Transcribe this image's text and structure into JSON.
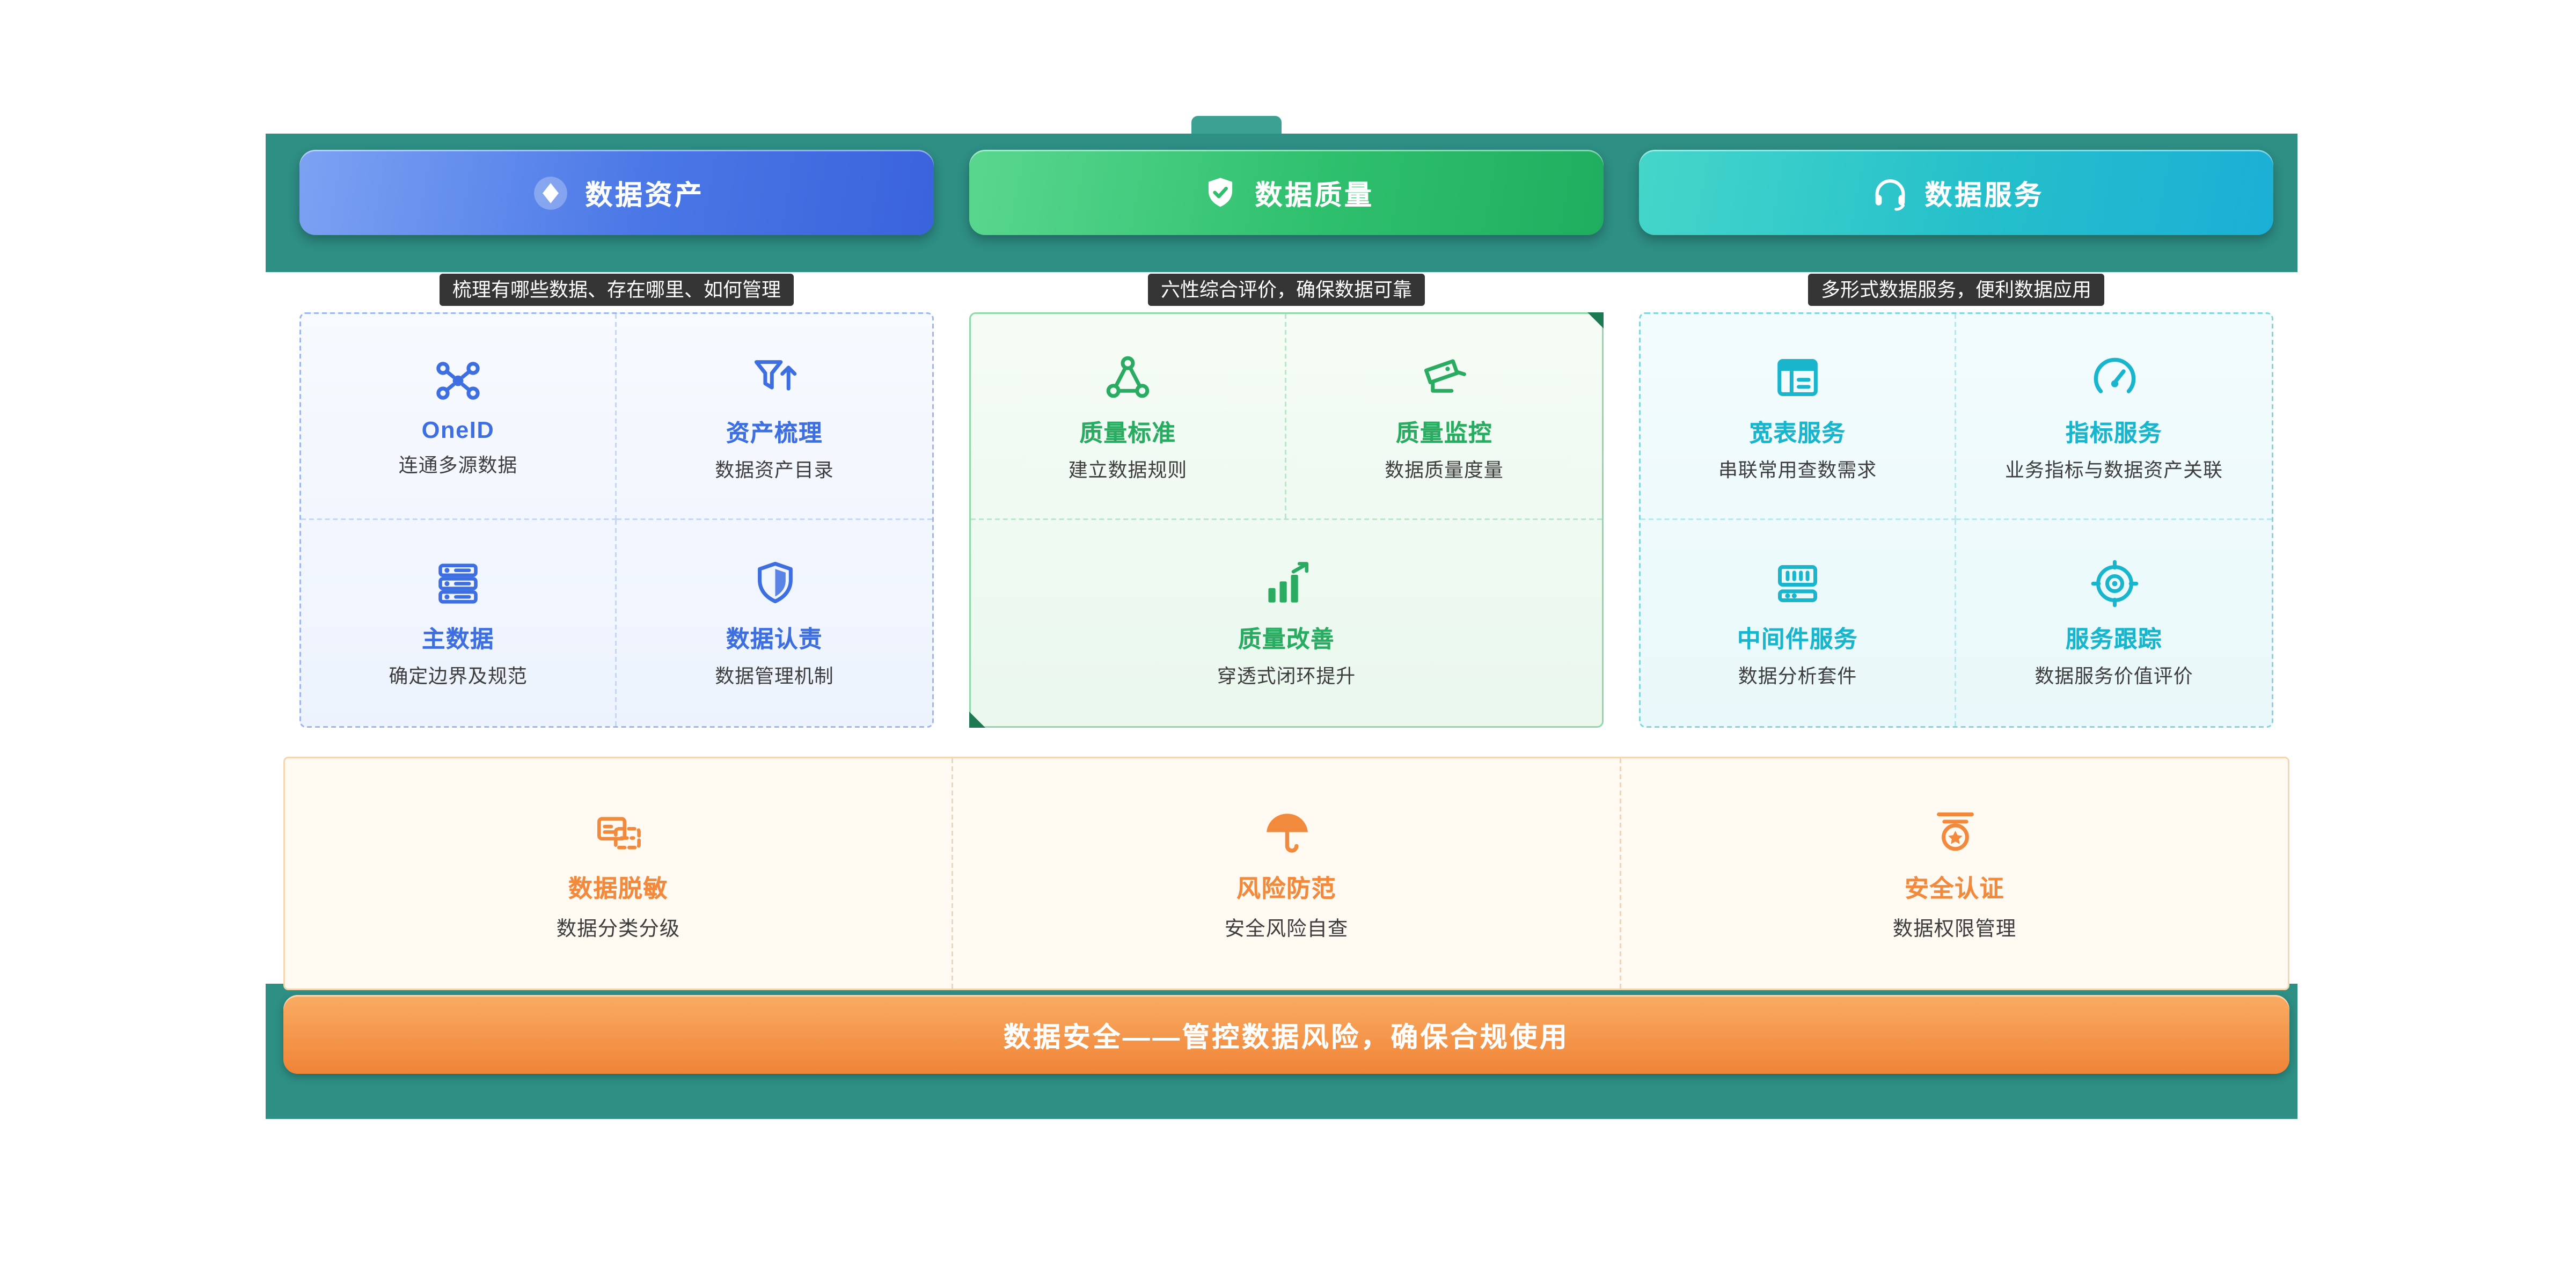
{
  "pillars": [
    {
      "label": "数据资产",
      "subtitle": "梳理有哪些数据、存在哪里、如何管理"
    },
    {
      "label": "数据质量",
      "subtitle": "六性综合评价，确保数据可靠"
    },
    {
      "label": "数据服务",
      "subtitle": "多形式数据服务，便利数据应用"
    }
  ],
  "asset_card": {
    "items": [
      {
        "title": "OneID",
        "desc": "连通多源数据",
        "icon": "oneid-network-icon"
      },
      {
        "title": "资产梳理",
        "desc": "数据资产目录",
        "icon": "funnel-arrow-icon"
      },
      {
        "title": "主数据",
        "desc": "确定边界及规范",
        "icon": "server-stack-icon"
      },
      {
        "title": "数据认责",
        "desc": "数据管理机制",
        "icon": "shield-icon"
      }
    ]
  },
  "quality_card": {
    "items": [
      {
        "title": "质量标准",
        "desc": "建立数据规则",
        "icon": "node-graph-icon"
      },
      {
        "title": "质量监控",
        "desc": "数据质量度量",
        "icon": "cctv-camera-icon"
      },
      {
        "title": "质量改善",
        "desc": "穿透式闭环提升",
        "icon": "rising-chart-icon"
      }
    ]
  },
  "service_card": {
    "items": [
      {
        "title": "宽表服务",
        "desc": "串联常用查数需求",
        "icon": "table-icon"
      },
      {
        "title": "指标服务",
        "desc": "业务指标与数据资产关联",
        "icon": "gauge-icon"
      },
      {
        "title": "中间件服务",
        "desc": "数据分析套件",
        "icon": "middleware-server-icon"
      },
      {
        "title": "服务跟踪",
        "desc": "数据服务价值评价",
        "icon": "target-icon"
      }
    ]
  },
  "security": {
    "items": [
      {
        "title": "数据脱敏",
        "desc": "数据分类分级",
        "icon": "masked-card-icon"
      },
      {
        "title": "风险防范",
        "desc": "安全风险自查",
        "icon": "umbrella-icon"
      },
      {
        "title": "安全认证",
        "desc": "数据权限管理",
        "icon": "certificate-badge-icon"
      }
    ],
    "bar_label": "数据安全——管控数据风险，确保合规使用"
  },
  "colors": {
    "band": "#2E8F85",
    "asset_blue": "#3E6FE1",
    "quality_green": "#29AC62",
    "service_cyan": "#19B5CC",
    "security_orange": "#F28A3D"
  }
}
